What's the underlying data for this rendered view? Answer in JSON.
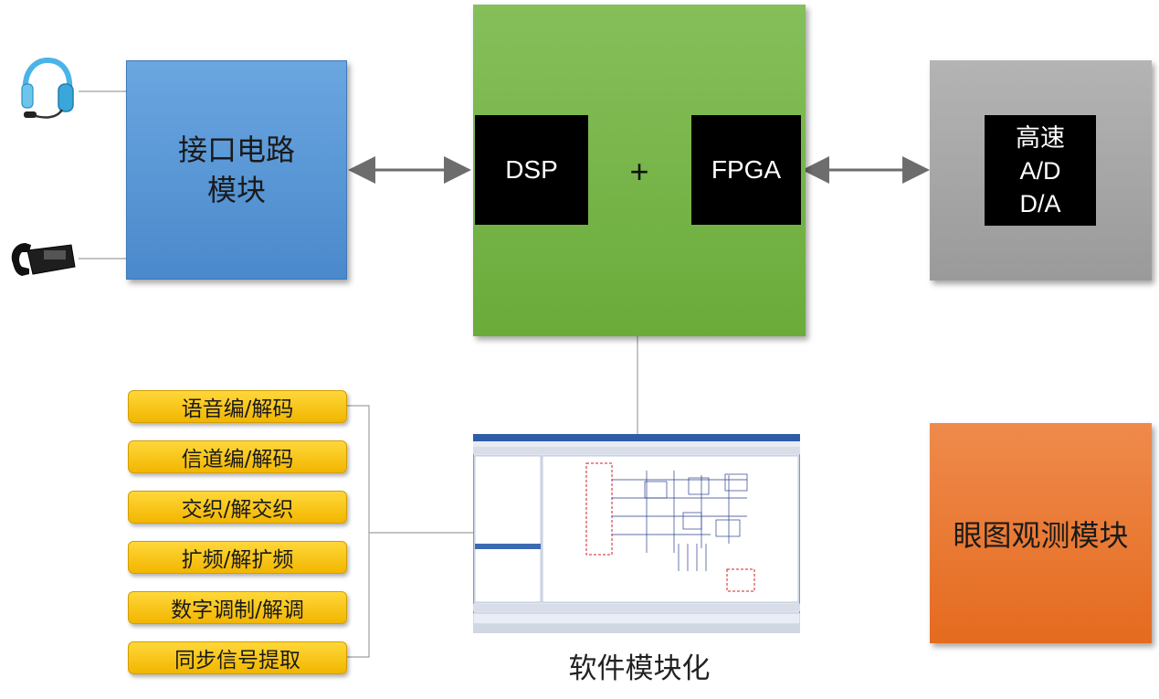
{
  "interface_module": {
    "label_line1": "接口电路",
    "label_line2": "模块"
  },
  "processor": {
    "dsp_label": "DSP",
    "plus": "+",
    "fpga_label": "FPGA"
  },
  "converter": {
    "line1": "高速",
    "line2": "A/D",
    "line3": "D/A"
  },
  "eye_diagram": {
    "label": "眼图观测模块"
  },
  "software_functions": [
    "语音编/解码",
    "信道编/解码",
    "交织/解交织",
    "扩频/解扩频",
    "数字调制/解调",
    "同步信号提取"
  ],
  "software_caption": "软件模块化",
  "icons": [
    "headset-icon",
    "telephone-icon"
  ],
  "colors": {
    "interface_blue": "#5b9bd5",
    "processor_green": "#70ad47",
    "converter_gray": "#a5a5a5",
    "eye_orange": "#ed7d31",
    "function_yellow": "#ffc000"
  }
}
